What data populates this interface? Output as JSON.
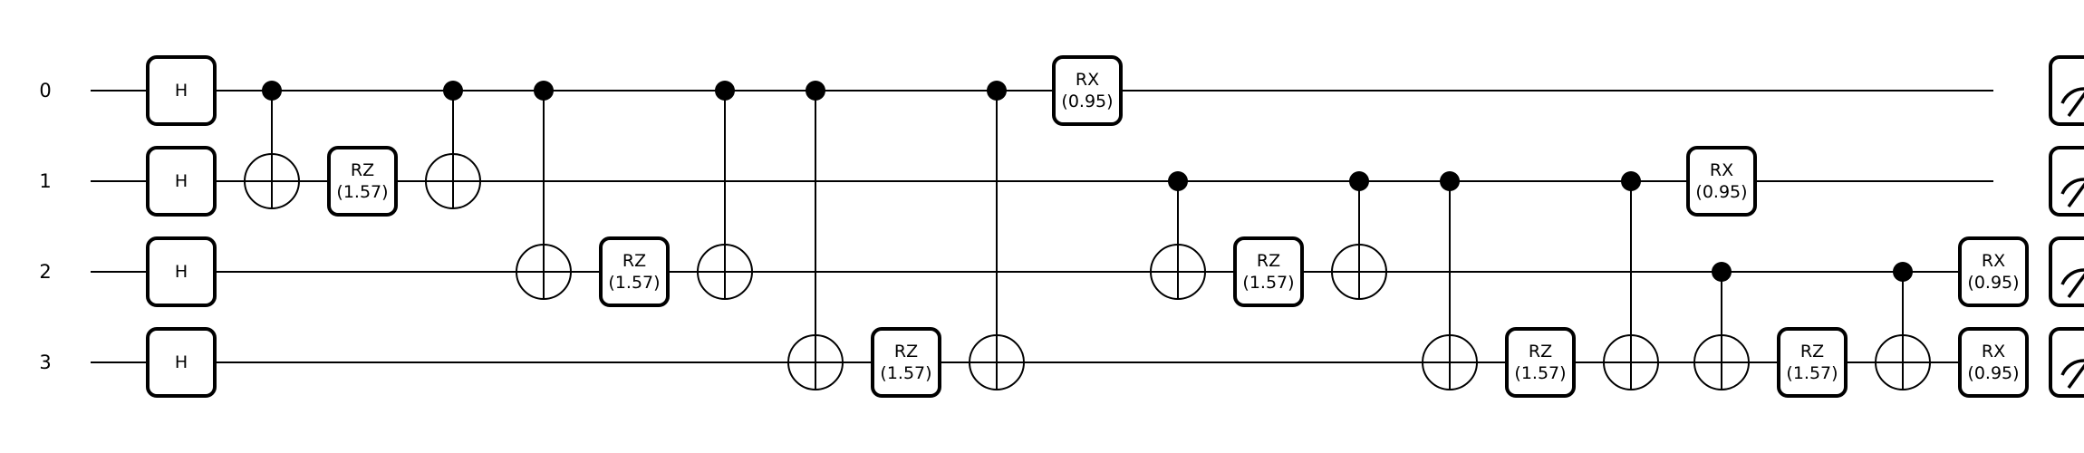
{
  "circuit": {
    "wire_labels": [
      "0",
      "1",
      "2",
      "3"
    ],
    "operations": [
      {
        "type": "gate",
        "label": "H",
        "wire": 0,
        "col": 0
      },
      {
        "type": "gate",
        "label": "H",
        "wire": 1,
        "col": 0
      },
      {
        "type": "gate",
        "label": "H",
        "wire": 2,
        "col": 0
      },
      {
        "type": "gate",
        "label": "H",
        "wire": 3,
        "col": 0
      },
      {
        "type": "cnot",
        "control": 0,
        "target": 1,
        "col": 1
      },
      {
        "type": "gate",
        "label": "RZ",
        "param": "(1.57)",
        "wire": 1,
        "col": 2
      },
      {
        "type": "cnot",
        "control": 0,
        "target": 1,
        "col": 3
      },
      {
        "type": "cnot",
        "control": 0,
        "target": 2,
        "col": 4
      },
      {
        "type": "gate",
        "label": "RZ",
        "param": "(1.57)",
        "wire": 2,
        "col": 5
      },
      {
        "type": "cnot",
        "control": 0,
        "target": 2,
        "col": 6
      },
      {
        "type": "cnot",
        "control": 0,
        "target": 3,
        "col": 7
      },
      {
        "type": "gate",
        "label": "RZ",
        "param": "(1.57)",
        "wire": 3,
        "col": 8
      },
      {
        "type": "cnot",
        "control": 0,
        "target": 3,
        "col": 9
      },
      {
        "type": "gate",
        "label": "RX",
        "param": "(0.95)",
        "wire": 0,
        "col": 10
      },
      {
        "type": "cnot",
        "control": 1,
        "target": 2,
        "col": 11
      },
      {
        "type": "gate",
        "label": "RZ",
        "param": "(1.57)",
        "wire": 2,
        "col": 12
      },
      {
        "type": "cnot",
        "control": 1,
        "target": 2,
        "col": 13
      },
      {
        "type": "cnot",
        "control": 1,
        "target": 3,
        "col": 14
      },
      {
        "type": "gate",
        "label": "RZ",
        "param": "(1.57)",
        "wire": 3,
        "col": 15
      },
      {
        "type": "cnot",
        "control": 1,
        "target": 3,
        "col": 16
      },
      {
        "type": "gate",
        "label": "RX",
        "param": "(0.95)",
        "wire": 1,
        "col": 17
      },
      {
        "type": "cnot",
        "control": 2,
        "target": 3,
        "col": 17
      },
      {
        "type": "gate",
        "label": "RZ",
        "param": "(1.57)",
        "wire": 3,
        "col": 18
      },
      {
        "type": "cnot",
        "control": 2,
        "target": 3,
        "col": 19
      },
      {
        "type": "gate",
        "label": "RX",
        "param": "(0.95)",
        "wire": 2,
        "col": 20
      },
      {
        "type": "gate",
        "label": "RX",
        "param": "(0.95)",
        "wire": 3,
        "col": 20
      },
      {
        "type": "measure",
        "wire": 0,
        "col": 21
      },
      {
        "type": "measure",
        "wire": 1,
        "col": 21
      },
      {
        "type": "measure",
        "wire": 2,
        "col": 21
      },
      {
        "type": "measure",
        "wire": 3,
        "col": 21
      }
    ]
  }
}
